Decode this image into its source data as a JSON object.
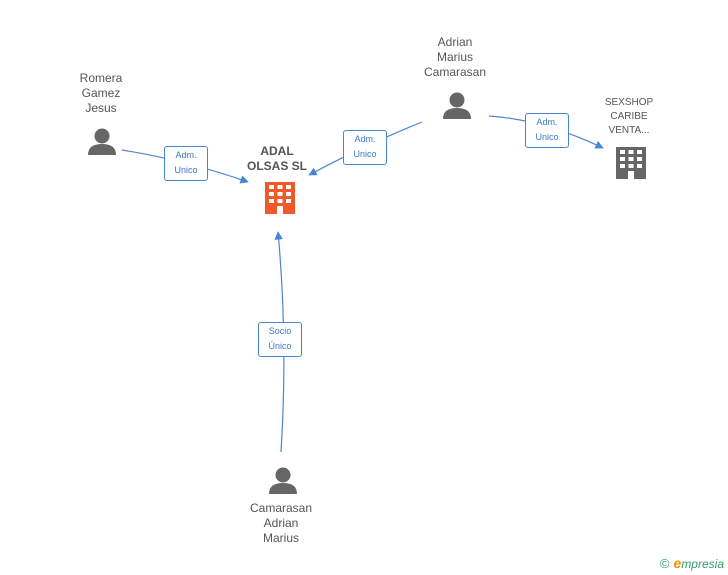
{
  "nodes": {
    "center": {
      "name_lines": [
        "ADAL",
        "OLSAS SL"
      ]
    },
    "romera": {
      "name_lines": [
        "Romera",
        "Gamez",
        "Jesus"
      ]
    },
    "adrian_top": {
      "name_lines": [
        "Adrian",
        "Marius",
        "Camarasan"
      ]
    },
    "sexshop": {
      "name_lines": [
        "SEXSHOP",
        "CARIBE",
        "VENTA..."
      ]
    },
    "camarasan_bottom": {
      "name_lines": [
        "Camarasan",
        "Adrian",
        "Marius"
      ]
    }
  },
  "edges": {
    "romera_center": {
      "lines": [
        "Adm.",
        "Unico"
      ]
    },
    "adrian_center": {
      "lines": [
        "Adm.",
        "Unico"
      ]
    },
    "adrian_sexshop": {
      "lines": [
        "Adm.",
        "Unico"
      ]
    },
    "camarasan_center": {
      "lines": [
        "Socio",
        "Único"
      ]
    }
  },
  "colors": {
    "center_company": "#f05a28",
    "other_company": "#666666",
    "person": "#666666",
    "edge": "#4a86d0"
  },
  "footer": {
    "copyright": "©",
    "brand_initial": "e",
    "brand_rest": "mpresia"
  }
}
